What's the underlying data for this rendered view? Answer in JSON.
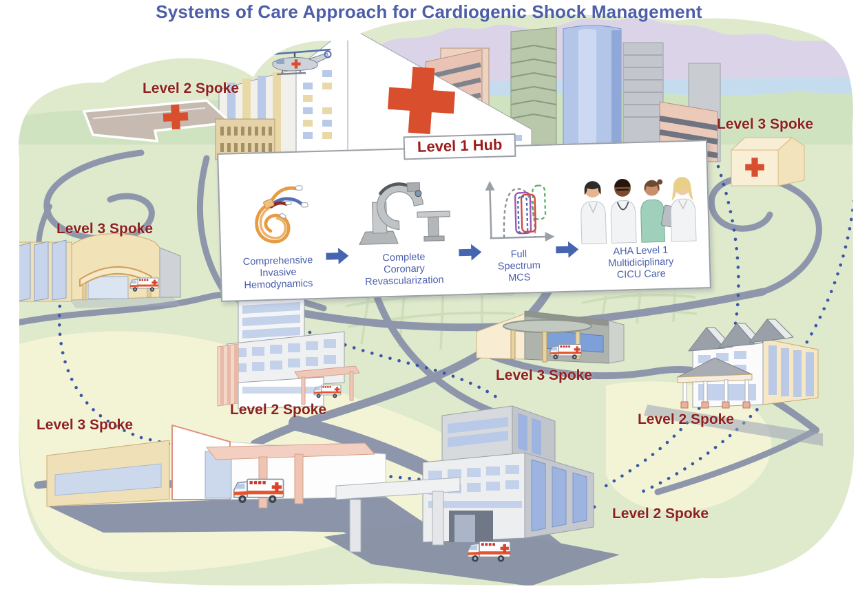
{
  "title": "Systems of Care Approach for Cardiogenic Shock Management",
  "hub": {
    "label": "Level 1 Hub",
    "steps": [
      {
        "icon": "pulmonary-artery-catheter-icon",
        "label": "Comprehensive\nInvasive\nHemodynamics"
      },
      {
        "icon": "cath-lab-c-arm-icon",
        "label": "Complete\nCoronary\nRevascularization"
      },
      {
        "icon": "pv-loop-chart-icon",
        "label": "Full\nSpectrum\nMCS"
      },
      {
        "icon": "care-team-icon",
        "label": "AHA Level 1\nMultidiciplinary\nCICU Care"
      }
    ]
  },
  "spokes": [
    {
      "id": "northwest-helipad",
      "label": "Level 2 Spoke"
    },
    {
      "id": "northeast-clinic",
      "label": "Level 3 Spoke"
    },
    {
      "id": "west-clinic",
      "label": "Level 3 Spoke"
    },
    {
      "id": "center-west-hospital",
      "label": "Level 2 Spoke"
    },
    {
      "id": "center-clinic",
      "label": "Level 3 Spoke"
    },
    {
      "id": "east-hospital",
      "label": "Level 2 Spoke"
    },
    {
      "id": "southwest-clinic",
      "label": "Level 3 Spoke"
    },
    {
      "id": "south-hospital",
      "label": "Level 2 Spoke"
    }
  ],
  "colors": {
    "title_blue": "#4c5ea9",
    "spoke_label_red": "#8e211e",
    "hub_label_red": "#9b1c1c",
    "step_text_blue": "#4a5fae",
    "arrow_blue": "#4565b0",
    "red_cross": "#d94f2e",
    "road_gray": "#8d96ab",
    "route_dot_blue": "#3a56a8",
    "field_green": "#dfe9cc",
    "field_yellow": "#f3f4d6",
    "sky_blue": "#c5dcee",
    "mountain_lavender": "#dbd4e8"
  }
}
